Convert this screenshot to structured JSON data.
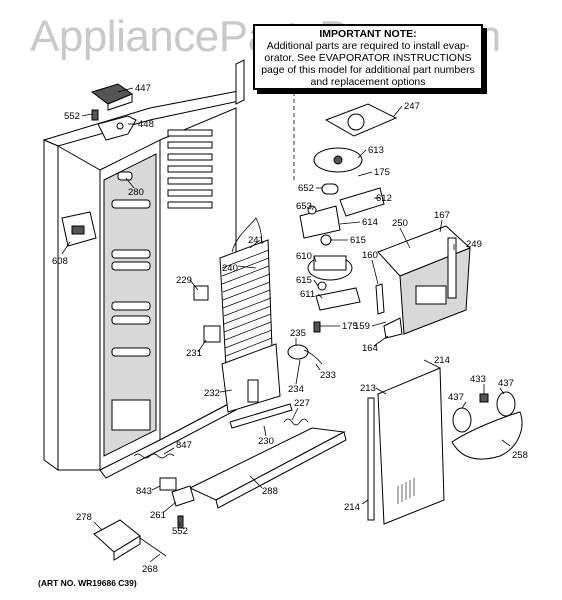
{
  "watermark": "AppliancePartsPros.com",
  "note": {
    "title": "IMPORTANT NOTE:",
    "lines": [
      "Additional parts are required to install evap-",
      "orator. See EVAPORATOR INSTRUCTIONS",
      "page of this model for additional part numbers",
      "and replacement options"
    ]
  },
  "art_number": "(ART NO. WR19686 C39)",
  "labels": {
    "l447": "447",
    "l552a": "552",
    "l448": "448",
    "l280": "280",
    "l608": "608",
    "l241": "241",
    "l240": "240",
    "l229": "229",
    "l231": "231",
    "l232": "232",
    "l247": "247",
    "l613": "613",
    "l175a": "175",
    "l652": "652",
    "l612": "612",
    "l653": "653",
    "l614": "614",
    "l615a": "615",
    "l610": "610",
    "l615b": "615",
    "l611": "611",
    "l175b": "175",
    "l235": "235",
    "l233": "233",
    "l234": "234",
    "l227": "227",
    "l230": "230",
    "l250": "250",
    "l167": "167",
    "l249": "249",
    "l160": "160",
    "l159": "159",
    "l164": "164",
    "l214a": "214",
    "l213": "213",
    "l433": "433",
    "l437a": "437",
    "l437b": "437",
    "l258": "258",
    "l214b": "214",
    "l847": "847",
    "l843": "843",
    "l261": "261",
    "l552b": "552",
    "l288": "288",
    "l278": "278",
    "l268": "268"
  }
}
